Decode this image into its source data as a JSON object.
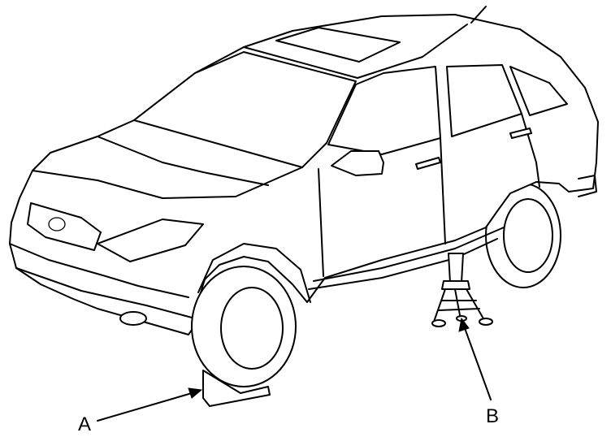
{
  "figure": {
    "callouts": [
      {
        "id": "A",
        "label": "A"
      },
      {
        "id": "B",
        "label": "B"
      }
    ],
    "subjects": [
      "car-icon",
      "wheel-chock-icon",
      "jack-stand-icon"
    ]
  }
}
